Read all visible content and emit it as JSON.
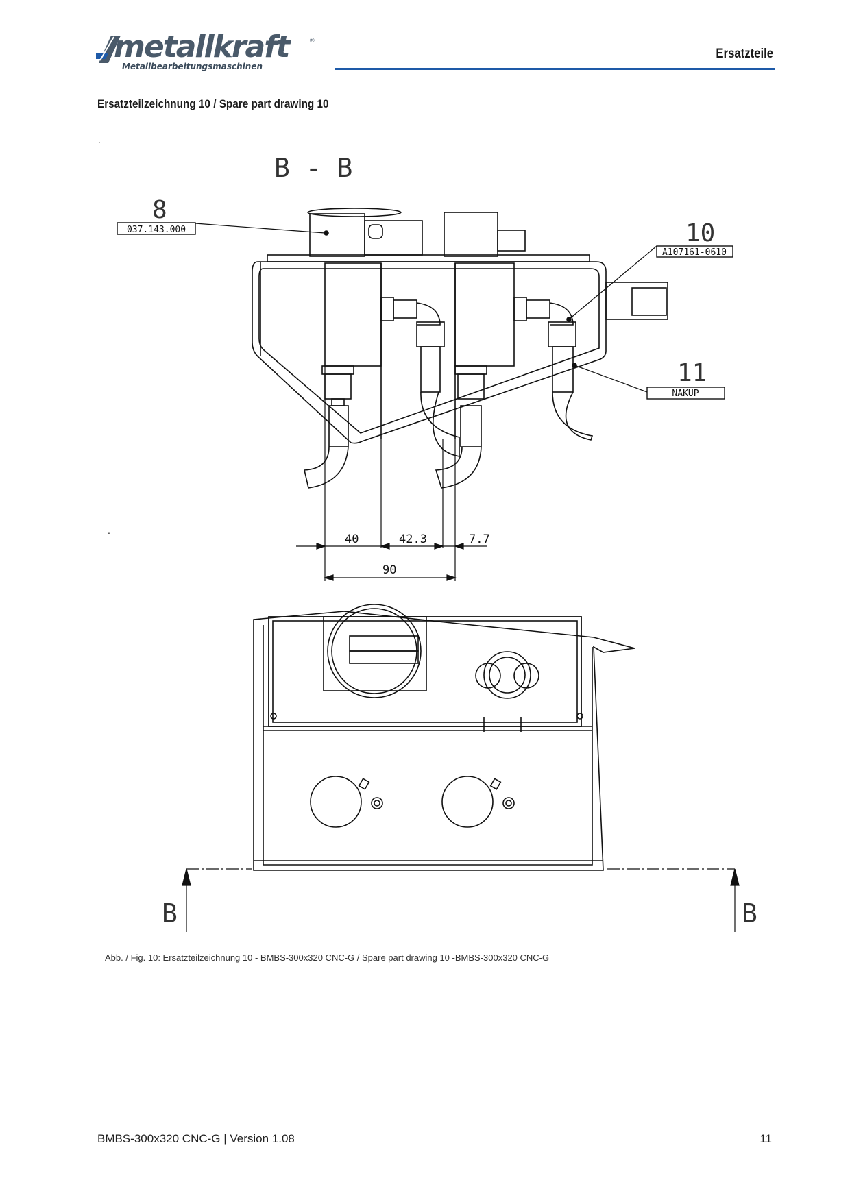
{
  "header": {
    "logo_text": "metallkraft",
    "logo_subtitle": "Metallbearbeitungsmaschinen",
    "section": "Ersatzteile",
    "accent_color": "#1e5aa8"
  },
  "heading": "Ersatzteilzeichnung 10 / Spare part drawing 10",
  "drawing": {
    "section_label": "B - B",
    "section_marker_left": "B",
    "section_marker_right": "B",
    "callouts": [
      {
        "number": "8",
        "part": "037.143.000"
      },
      {
        "number": "10",
        "part": "A107161-0610"
      },
      {
        "number": "11",
        "part": "NAKUP"
      }
    ],
    "dimensions": [
      "40",
      "42.3",
      "7.7",
      "90"
    ]
  },
  "caption": "Abb. / Fig. 10: Ersatzteilzeichnung 10 - BMBS-300x320 CNC-G / Spare part drawing 10 -BMBS-300x320 CNC-G",
  "footer": {
    "document": "BMBS-300x320 CNC-G | Version 1.08",
    "page_number": "11"
  }
}
